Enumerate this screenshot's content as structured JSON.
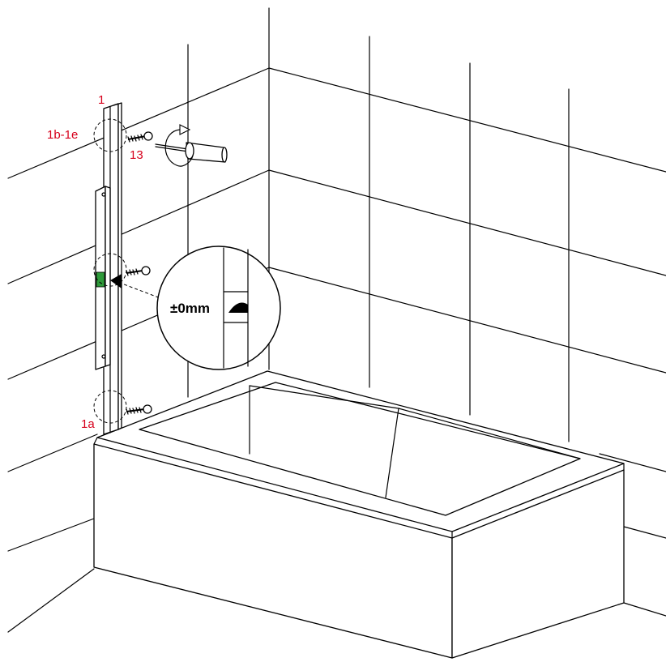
{
  "diagram": {
    "labels": {
      "rail": "1",
      "upper_bracket": "1b-1e",
      "screw": "13",
      "lower_bracket": "1a"
    },
    "level_readout": "±0mm"
  },
  "colors": {
    "callout_text": "#d6001c",
    "level_bubble": "#2e9a3a",
    "line": "#000000"
  },
  "icons": [
    "spirit-level-icon",
    "screwdriver-icon",
    "screw-icon",
    "rotation-arrow-icon"
  ]
}
